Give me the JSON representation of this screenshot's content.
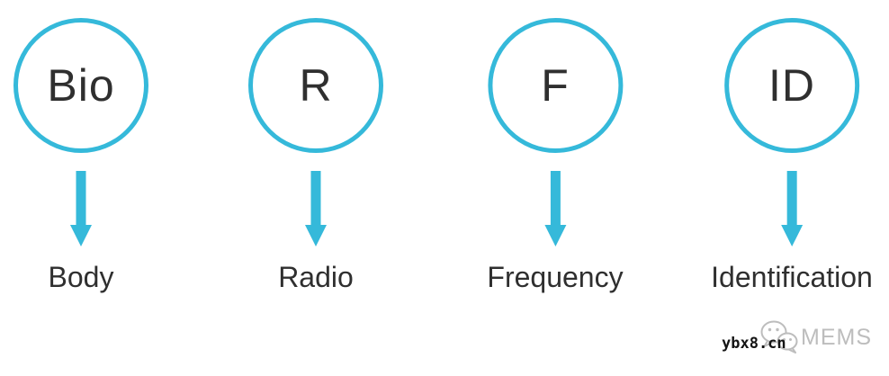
{
  "colors": {
    "accent": "#35B9DA",
    "ink": "#2f2f2f",
    "wm-gray": "#bdbdbd",
    "wm-ink": "#141414"
  },
  "items": [
    {
      "abbr": "Bio",
      "label": "Body"
    },
    {
      "abbr": "R",
      "label": "Radio"
    },
    {
      "abbr": "F",
      "label": "Frequency"
    },
    {
      "abbr": "ID",
      "label": "Identification"
    }
  ],
  "watermark": {
    "site": "ybx8.cn",
    "brand": "MEMS",
    "icon": "wechat-icon"
  }
}
